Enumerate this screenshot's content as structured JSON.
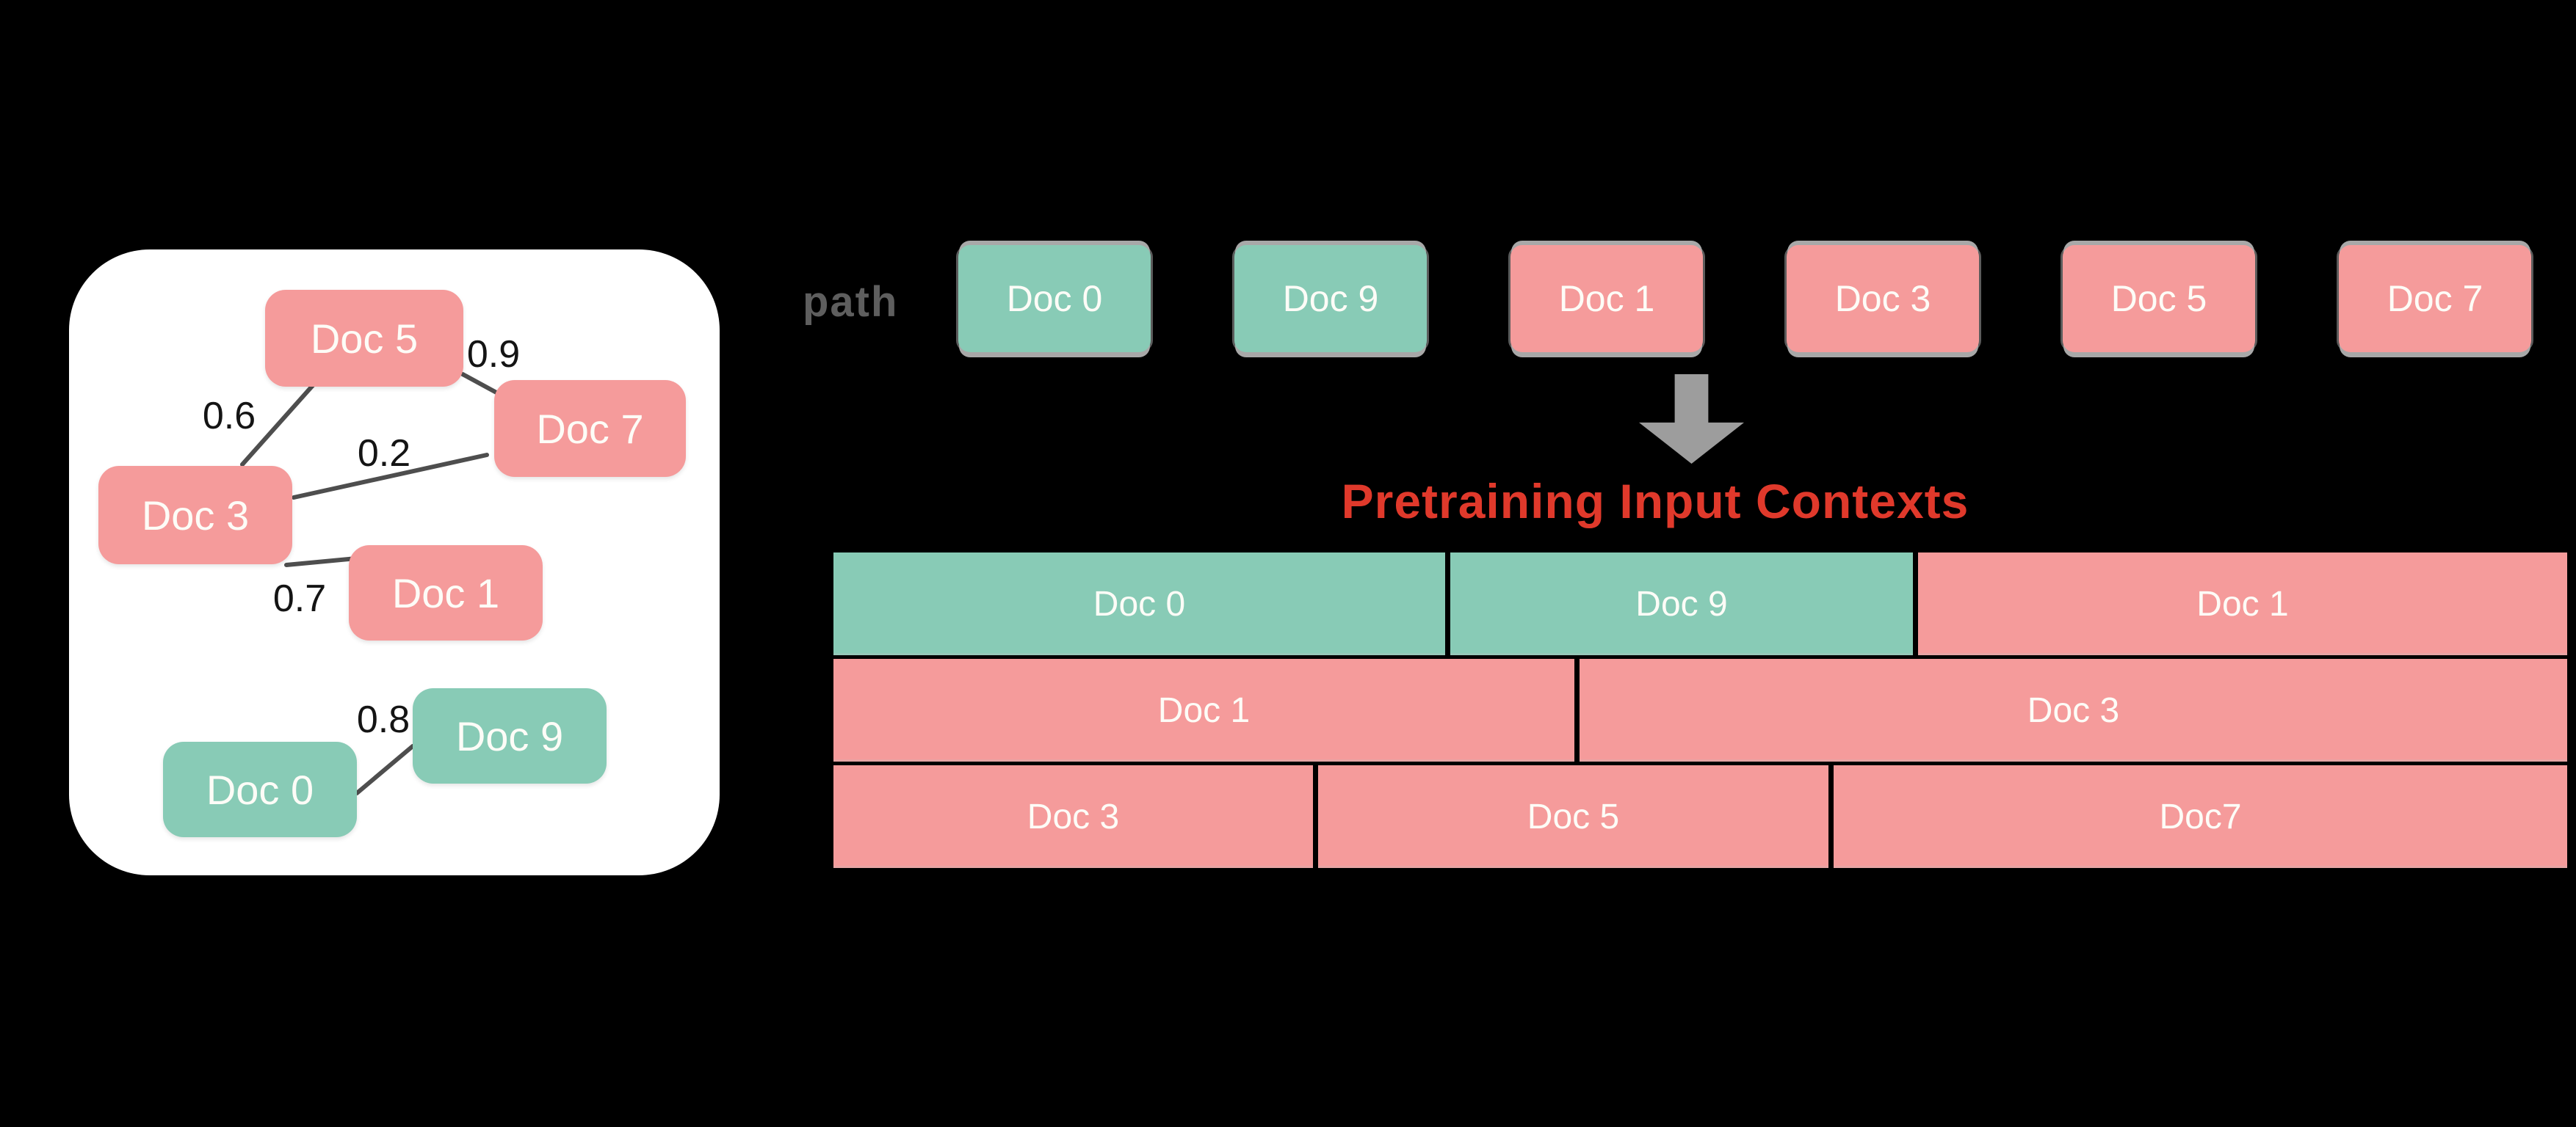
{
  "colors": {
    "background": "#000000",
    "panel": "#ffffff",
    "pink": "#f59b9b",
    "teal": "#88cbb6",
    "title": "#e0392b",
    "arrow": "#9d9d9d",
    "path_label": "#5e5e5e",
    "edge": "#4e4e4e",
    "edge_label": "#141414",
    "node_text": "#fdfcf7",
    "shadow": "#a8a8a8"
  },
  "graph": {
    "nodes": [
      {
        "id": "doc5",
        "label": "Doc 5",
        "color": "pink"
      },
      {
        "id": "doc7",
        "label": "Doc 7",
        "color": "pink"
      },
      {
        "id": "doc3",
        "label": "Doc 3",
        "color": "pink"
      },
      {
        "id": "doc1",
        "label": "Doc 1",
        "color": "pink"
      },
      {
        "id": "doc9",
        "label": "Doc 9",
        "color": "teal"
      },
      {
        "id": "doc0",
        "label": "Doc 0",
        "color": "teal"
      }
    ],
    "edges": [
      {
        "from": "Doc 5",
        "to": "Doc 7",
        "weight": "0.9"
      },
      {
        "from": "Doc 5",
        "to": "Doc 3",
        "weight": "0.6"
      },
      {
        "from": "Doc 3",
        "to": "Doc 7",
        "weight": "0.2"
      },
      {
        "from": "Doc 3",
        "to": "Doc 1",
        "weight": "0.7"
      },
      {
        "from": "Doc 0",
        "to": "Doc 9",
        "weight": "0.8"
      }
    ]
  },
  "path_row": {
    "label": "path",
    "docs": [
      {
        "label": "Doc 0",
        "color": "teal"
      },
      {
        "label": "Doc 9",
        "color": "teal"
      },
      {
        "label": "Doc 1",
        "color": "pink"
      },
      {
        "label": "Doc 3",
        "color": "pink"
      },
      {
        "label": "Doc 5",
        "color": "pink"
      },
      {
        "label": "Doc 7",
        "color": "pink"
      }
    ]
  },
  "contexts": {
    "title": "Pretraining Input Contexts",
    "rows": [
      [
        {
          "label": "Doc 0",
          "color": "teal"
        },
        {
          "label": "Doc 9",
          "color": "teal"
        },
        {
          "label": "Doc 1",
          "color": "pink"
        }
      ],
      [
        {
          "label": "Doc 1",
          "color": "pink"
        },
        {
          "label": "Doc 3",
          "color": "pink"
        }
      ],
      [
        {
          "label": "Doc 3",
          "color": "pink"
        },
        {
          "label": "Doc 5",
          "color": "pink"
        },
        {
          "label": "Doc7",
          "color": "pink"
        }
      ]
    ]
  }
}
